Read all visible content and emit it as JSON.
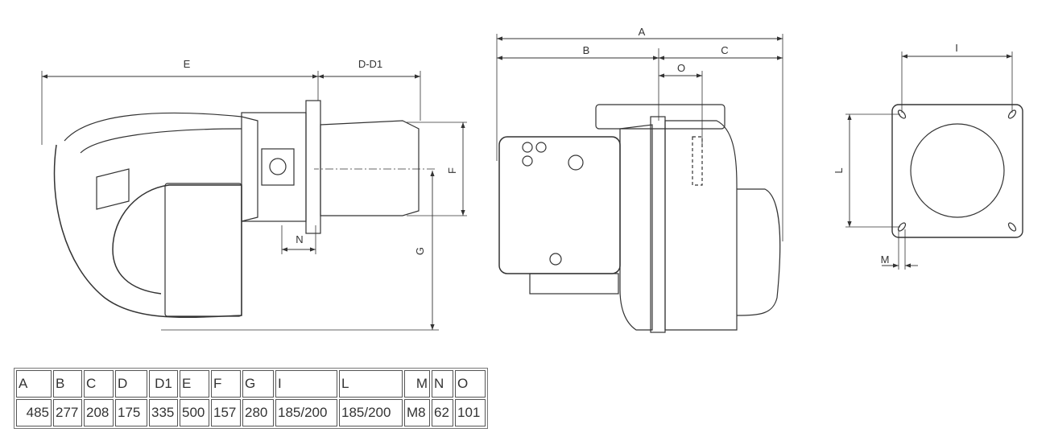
{
  "drawing": {
    "labels": {
      "E": "E",
      "D_D1": "D-D1",
      "F": "F",
      "G": "G",
      "N": "N",
      "A": "A",
      "B": "B",
      "C": "C",
      "O": "O",
      "I": "I",
      "L": "L",
      "M": "M"
    }
  },
  "table": {
    "headers": [
      "A",
      "B",
      "C",
      "D",
      "D1",
      "E",
      "F",
      "G",
      "I",
      "L",
      "M",
      "N",
      "O"
    ],
    "values": [
      "485",
      "277",
      "208",
      "175",
      "335",
      "500",
      "157",
      "280",
      "185/200",
      "185/200",
      "M8",
      "62",
      "101"
    ]
  }
}
